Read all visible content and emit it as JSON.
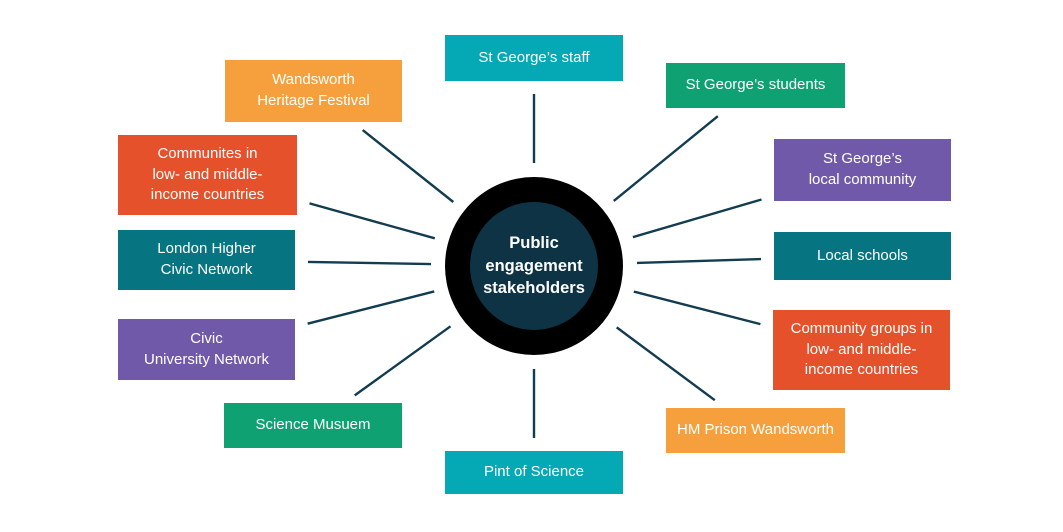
{
  "hub": {
    "label": "Public\nengagement\nstakeholders",
    "ring_color": "#000000",
    "fill_color": "#0d3345",
    "text_color": "#ffffff"
  },
  "connector": {
    "color": "#123c4f",
    "width": 2.4
  },
  "palette": {
    "cyan": "#05a8b5",
    "green": "#10a173",
    "purple": "#7059a8",
    "dark_teal": "#077482",
    "orange_red": "#e4512b",
    "orange": "#f5a03c"
  },
  "nodes": [
    {
      "id": "st-georges-staff",
      "label": "St George’s staff",
      "color": "#05a8b5"
    },
    {
      "id": "st-georges-students",
      "label": "St George’s students",
      "color": "#10a173"
    },
    {
      "id": "st-georges-local-community",
      "label": "St George’s\nlocal community",
      "color": "#7059a8"
    },
    {
      "id": "local-schools",
      "label": "Local schools",
      "color": "#077482"
    },
    {
      "id": "community-groups-lmic",
      "label": "Community groups in\nlow- and middle-\nincome countries",
      "color": "#e4512b"
    },
    {
      "id": "hm-prison-wandsworth",
      "label": "HM Prison Wandsworth",
      "color": "#f5a03c"
    },
    {
      "id": "pint-of-science",
      "label": "Pint of Science",
      "color": "#05a8b5"
    },
    {
      "id": "science-museum",
      "label": "Science Musuem",
      "color": "#10a173"
    },
    {
      "id": "civic-university-network",
      "label": "Civic\nUniversity Network",
      "color": "#7059a8"
    },
    {
      "id": "london-higher-civic-network",
      "label": "London Higher\nCivic Network",
      "color": "#077482"
    },
    {
      "id": "communites-lmic",
      "label": "Communites in\nlow- and middle-\nincome countries",
      "color": "#e4512b"
    },
    {
      "id": "wandsworth-heritage-festival",
      "label": "Wandsworth\nHeritage Festival",
      "color": "#f5a03c"
    }
  ]
}
